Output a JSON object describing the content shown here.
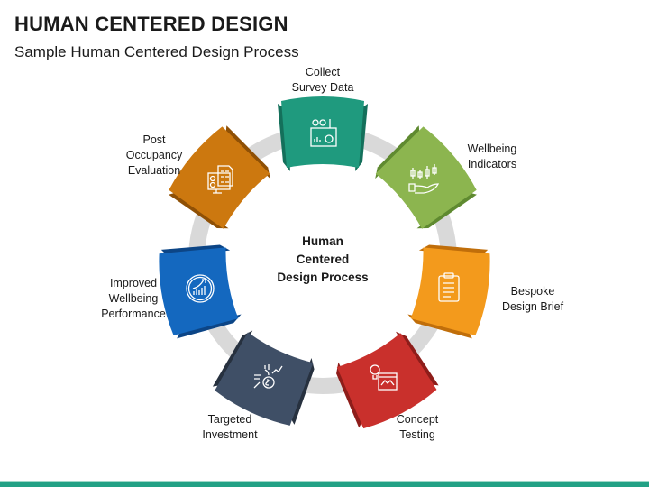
{
  "header": {
    "title": "HUMAN CENTERED DESIGN",
    "subtitle": "Sample Human Centered Design Process"
  },
  "diagram": {
    "center_label": "Human\nCentered\nDesign Process",
    "ring_color": "#d9d9d9",
    "steps": [
      {
        "label": "Collect\nSurvey Data",
        "icon": "survey-data-icon",
        "color": "#1f9a7e",
        "dark": "#14705b"
      },
      {
        "label": "Wellbeing\nIndicators",
        "icon": "candlestick-hand-icon",
        "color": "#8cb54f",
        "dark": "#5f8a30"
      },
      {
        "label": "Bespoke\nDesign Brief",
        "icon": "clipboard-icon",
        "color": "#f39a1c",
        "dark": "#c06e0a"
      },
      {
        "label": "Concept\nTesting",
        "icon": "lightbulb-browser-icon",
        "color": "#c9302c",
        "dark": "#8e1d1a"
      },
      {
        "label": "Targeted\nInvestment",
        "icon": "investment-growth-icon",
        "color": "#3f4f66",
        "dark": "#27313f"
      },
      {
        "label": "Improved\nWellbeing\nPerformance",
        "icon": "growth-chart-icon",
        "color": "#1468bf",
        "dark": "#0c4586"
      },
      {
        "label": "Post\nOccupancy\nEvaluation",
        "icon": "evaluation-monitor-icon",
        "color": "#cc780f",
        "dark": "#8f5005"
      }
    ]
  },
  "footer": {
    "accent_color": "#22a185"
  }
}
